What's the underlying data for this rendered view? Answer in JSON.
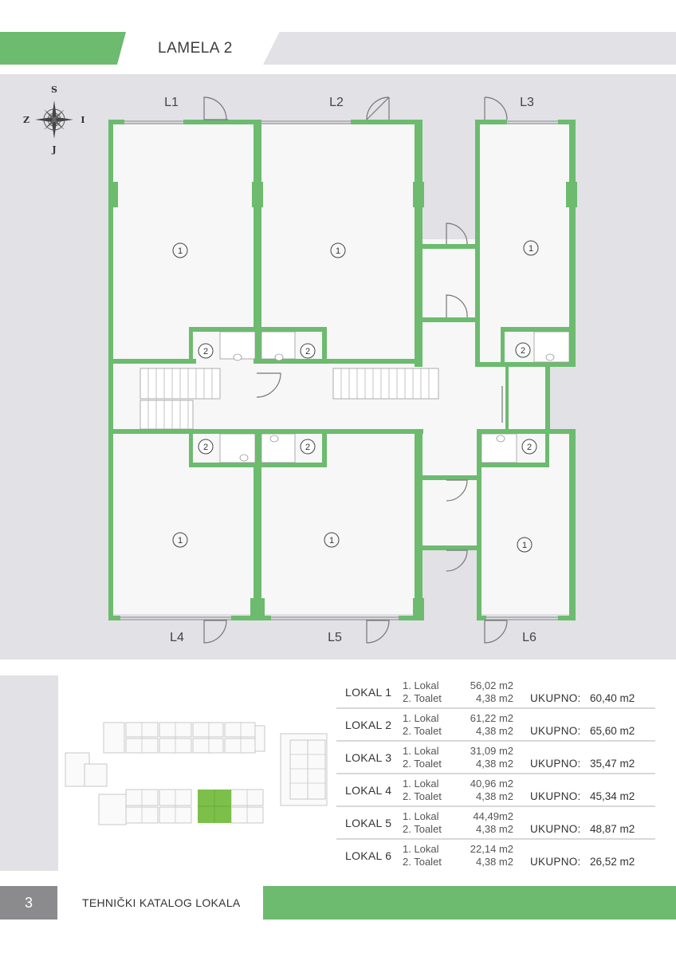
{
  "header": {
    "title": "LAMELA 2"
  },
  "compass": {
    "north": "S",
    "west": "Z",
    "east": "I",
    "south": "J"
  },
  "plan": {
    "unit_labels": [
      "L1",
      "L2",
      "L3",
      "L4",
      "L5",
      "L6"
    ],
    "room_marker_1": "1",
    "room_marker_2": "2"
  },
  "table": {
    "rows": [
      {
        "name": "LOKAL 1",
        "item1": "1.  Lokal",
        "item2": "2.  Toalet",
        "area1": "56,02 m2",
        "area2": "4,38 m2",
        "total_label": "UKUPNO:",
        "total": "60,40 m2"
      },
      {
        "name": "LOKAL 2",
        "item1": "1.  Lokal",
        "item2": "2.  Toalet",
        "area1": "61,22 m2",
        "area2": "4,38 m2",
        "total_label": "UKUPNO:",
        "total": "65,60 m2"
      },
      {
        "name": "LOKAL 3",
        "item1": "1.  Lokal",
        "item2": "2.  Toalet",
        "area1": "31,09 m2",
        "area2": "4,38 m2",
        "total_label": "UKUPNO:",
        "total": "35,47 m2"
      },
      {
        "name": "LOKAL 4",
        "item1": "1.  Lokal",
        "item2": "2.  Toalet",
        "area1": "40,96 m2",
        "area2": "4,38 m2",
        "total_label": "UKUPNO:",
        "total": "45,34 m2"
      },
      {
        "name": "LOKAL 5",
        "item1": "1.  Lokal",
        "item2": "2.  Toalet",
        "area1": "44,49m2",
        "area2": "4,38 m2",
        "total_label": "UKUPNO:",
        "total": "48,87 m2"
      },
      {
        "name": "LOKAL 6",
        "item1": "1.  Lokal",
        "item2": "2.  Toalet",
        "area1": "22,14 m2",
        "area2": "4,38 m2",
        "total_label": "UKUPNO:",
        "total": "26,52 m2"
      }
    ]
  },
  "footer": {
    "page_number": "3",
    "title": "TEHNIČKI KATALOG LOKALA"
  },
  "colors": {
    "accent_green": "#6cbb6f",
    "panel_grey": "#e1e1e6",
    "page_box_grey": "#8b8b8e",
    "highlight_green": "#7cc04a"
  }
}
